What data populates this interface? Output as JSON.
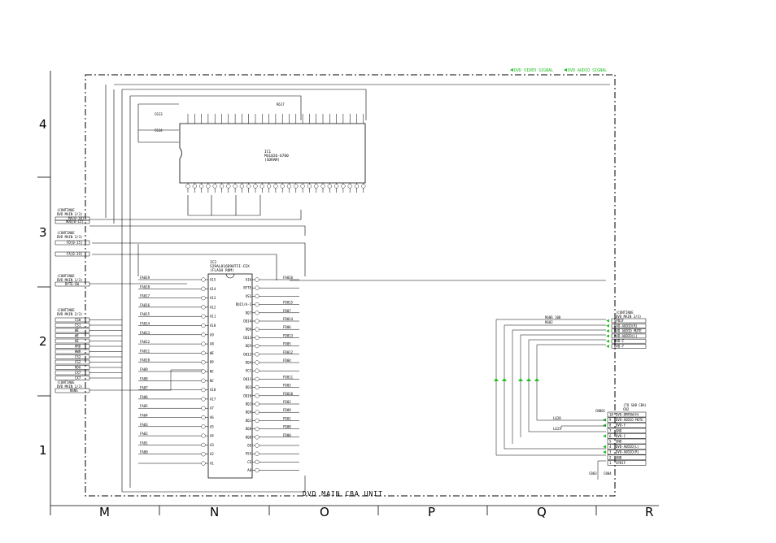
{
  "legend": {
    "video": "DVD VIDEO SIGNAL",
    "audio": "DVD AUDIO SIGNAL",
    "signal_color": "#22c022"
  },
  "board_title": "DVD MAIN CBA UNIT",
  "grid_rows": [
    "4",
    "3",
    "2",
    "1"
  ],
  "grid_cols": [
    "M",
    "N",
    "O",
    "P",
    "Q",
    "R"
  ],
  "connector_labels": {
    "c1": [
      "(CONTINUE",
      "DVD MAIN 2/3)"
    ],
    "c1_sigs": [
      "MA[0-10]",
      "MDQ[0-15]"
    ],
    "c2": [
      "(CONTINUE",
      "DVD MAIN 2/3)"
    ],
    "c2_sigs": [
      "FD[0-15]",
      "FA[0-19]"
    ],
    "c3": [
      "(CONTINUE",
      "DVD MAIN 1/3)"
    ],
    "c3_sigs": [
      "BYTE-SW"
    ],
    "c4": [
      "(CONTINUE",
      "DVD MAIN 2/3)"
    ],
    "c4_sigs": [
      "CS0",
      "CS1",
      "WE",
      "WE",
      "OE",
      "HRD",
      "HWR",
      "CS2",
      "CS2",
      "HDA",
      "CX7",
      "CX7"
    ],
    "c5": [
      "(CONTINUE",
      "DVD MAIN 1/3)"
    ],
    "c5_sigs": [
      "NSNS"
    ]
  },
  "sdram": {
    "ref": "IC1",
    "part": "M41026-6700",
    "name": "(SDRAM)"
  },
  "flash": {
    "ref": "IC2",
    "part": "S29AL016D90TFI-CEX",
    "name": "(FLASH ROM)"
  },
  "flash_left_pins": [
    "FA019",
    "FA018",
    "FA017",
    "FA016",
    "FA015",
    "FA014",
    "FA013",
    "FA012",
    "FA011",
    "FA010",
    "FA09",
    "FA08",
    "FA07",
    "FA06",
    "FA05",
    "FA04",
    "FA03",
    "FA02",
    "FA01",
    "FA00"
  ],
  "flash_left_names": [
    "A15",
    "A14",
    "A13",
    "A12",
    "A11",
    "A10",
    "A9",
    "A8",
    "WE",
    "RP",
    "NC",
    "NC",
    "A18",
    "A17",
    "A7",
    "A6",
    "A5",
    "A4",
    "A3",
    "A2",
    "A1"
  ],
  "flash_right_names": [
    "A16",
    "BYTE",
    "VSS",
    "DQ15/A-1",
    "DQ7",
    "DQ14",
    "DQ6",
    "DQ13",
    "DQ5",
    "DQ12",
    "DQ4",
    "VCC",
    "DQ11",
    "DQ3",
    "DQ10",
    "DQ2",
    "DQ9",
    "DQ1",
    "DQ8",
    "DQ0",
    "OE",
    "VSS",
    "CE",
    "A0"
  ],
  "flash_right_nets": [
    "FA016",
    "",
    "",
    "FD015",
    "FD07",
    "FD014",
    "FD06",
    "FD013",
    "FD05",
    "FD012",
    "FD04",
    "",
    "FD011",
    "FD03",
    "FD010",
    "FD02",
    "FD09",
    "FD01",
    "FD08",
    "FD00"
  ],
  "sub_connector": {
    "title": [
      "(TO SUB CBA)",
      "CN2"
    ],
    "ref": "CN801",
    "pins": [
      "DVD-DMPSW(H)",
      "DVD-AUDIO-MUTE",
      "DVD-Y",
      "GND",
      "DVD-C",
      "GND",
      "DVD-AUDIO(L)",
      "DVD-AUDIO(R)",
      "GND",
      "SPDIF"
    ],
    "numbers": [
      "10",
      "9",
      "8",
      "7",
      "6",
      "5",
      "4",
      "3",
      "2",
      "1"
    ]
  },
  "right_connector": {
    "title": [
      "(CONTINUE",
      "DVD MAIN 3/3)"
    ],
    "pins": [
      "SPDIF",
      "DVD-AUDIO(R)",
      "DVD AUDIO MUTE",
      "DVD-AUDIO(L)",
      "DVD-C",
      "DVD-Y"
    ]
  },
  "parts": [
    "R606 100",
    "R602",
    "L620",
    "L621",
    "C613",
    "C614",
    "R617",
    "C803",
    "C804"
  ]
}
